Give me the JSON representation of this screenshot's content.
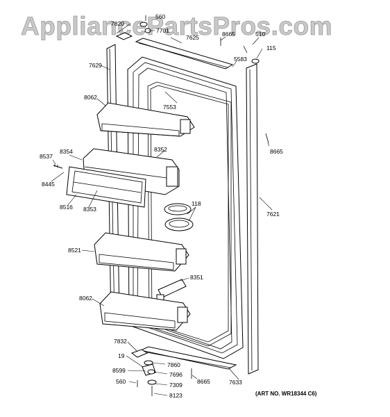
{
  "watermark": "AppliancePartsPros.com",
  "art_number": "(ART NO. WR18344 C6)",
  "labels": {
    "l7820": "7820",
    "l560_top": "560",
    "l7701": "7701",
    "l7625": "7625",
    "l8665_top": "8665",
    "l510": "510",
    "l115": "115",
    "l5583": "5583",
    "l7629": "7629",
    "l8062_top": "8062",
    "l7553": "7553",
    "l8665_right": "8665",
    "l8537": "8537",
    "l8354": "8354",
    "l8352": "8352",
    "l8445": "8445",
    "l8516": "8516",
    "l8353": "8353",
    "l118": "118",
    "l7621": "7621",
    "l8521": "8521",
    "l8351": "8351",
    "l8062_bottom": "8062",
    "l7832": "7832",
    "l19": "19",
    "l7860": "7860",
    "l8599": "8599",
    "l7696": "7696",
    "l560_bottom": "560",
    "l7309": "7309",
    "l8665_bottom": "8665",
    "l7633": "7633",
    "l8123": "8123"
  }
}
